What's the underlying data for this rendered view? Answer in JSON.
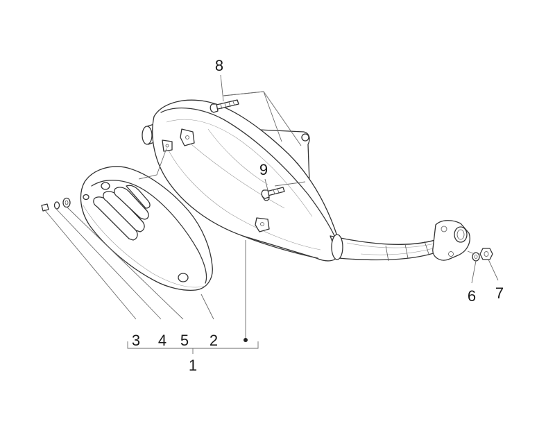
{
  "callouts": {
    "c1": "1",
    "c2": "2",
    "c3": "3",
    "c4": "4",
    "c5": "5",
    "c6": "6",
    "c7": "7",
    "c8": "8",
    "c9": "9"
  },
  "colors": {
    "line": "#333333",
    "background": "#ffffff",
    "text": "#1a1a1a"
  }
}
